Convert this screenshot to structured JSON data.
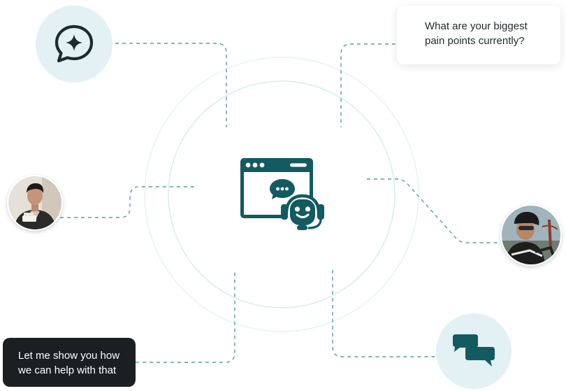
{
  "colors": {
    "teal": "#135a61",
    "badge_bg": "#e3f1f4",
    "connector": "#5a9ba3",
    "ring": "#ddeeef",
    "dark_bubble": "#1b1f22",
    "light_bubble": "#ffffff"
  },
  "icons": {
    "top_left_badge": "sparkle-chat-icon",
    "bottom_right_badge": "chat-bubbles-icon",
    "center": "support-bot-window-icon"
  },
  "messages": {
    "question": {
      "line1": "What are your biggest",
      "line2": "pain points currently?"
    },
    "answer": {
      "line1": "Let me show you how",
      "line2": "we can help with that"
    }
  },
  "participants": {
    "left": "person-photo-avatar",
    "right": "cyclist-photo-avatar"
  }
}
